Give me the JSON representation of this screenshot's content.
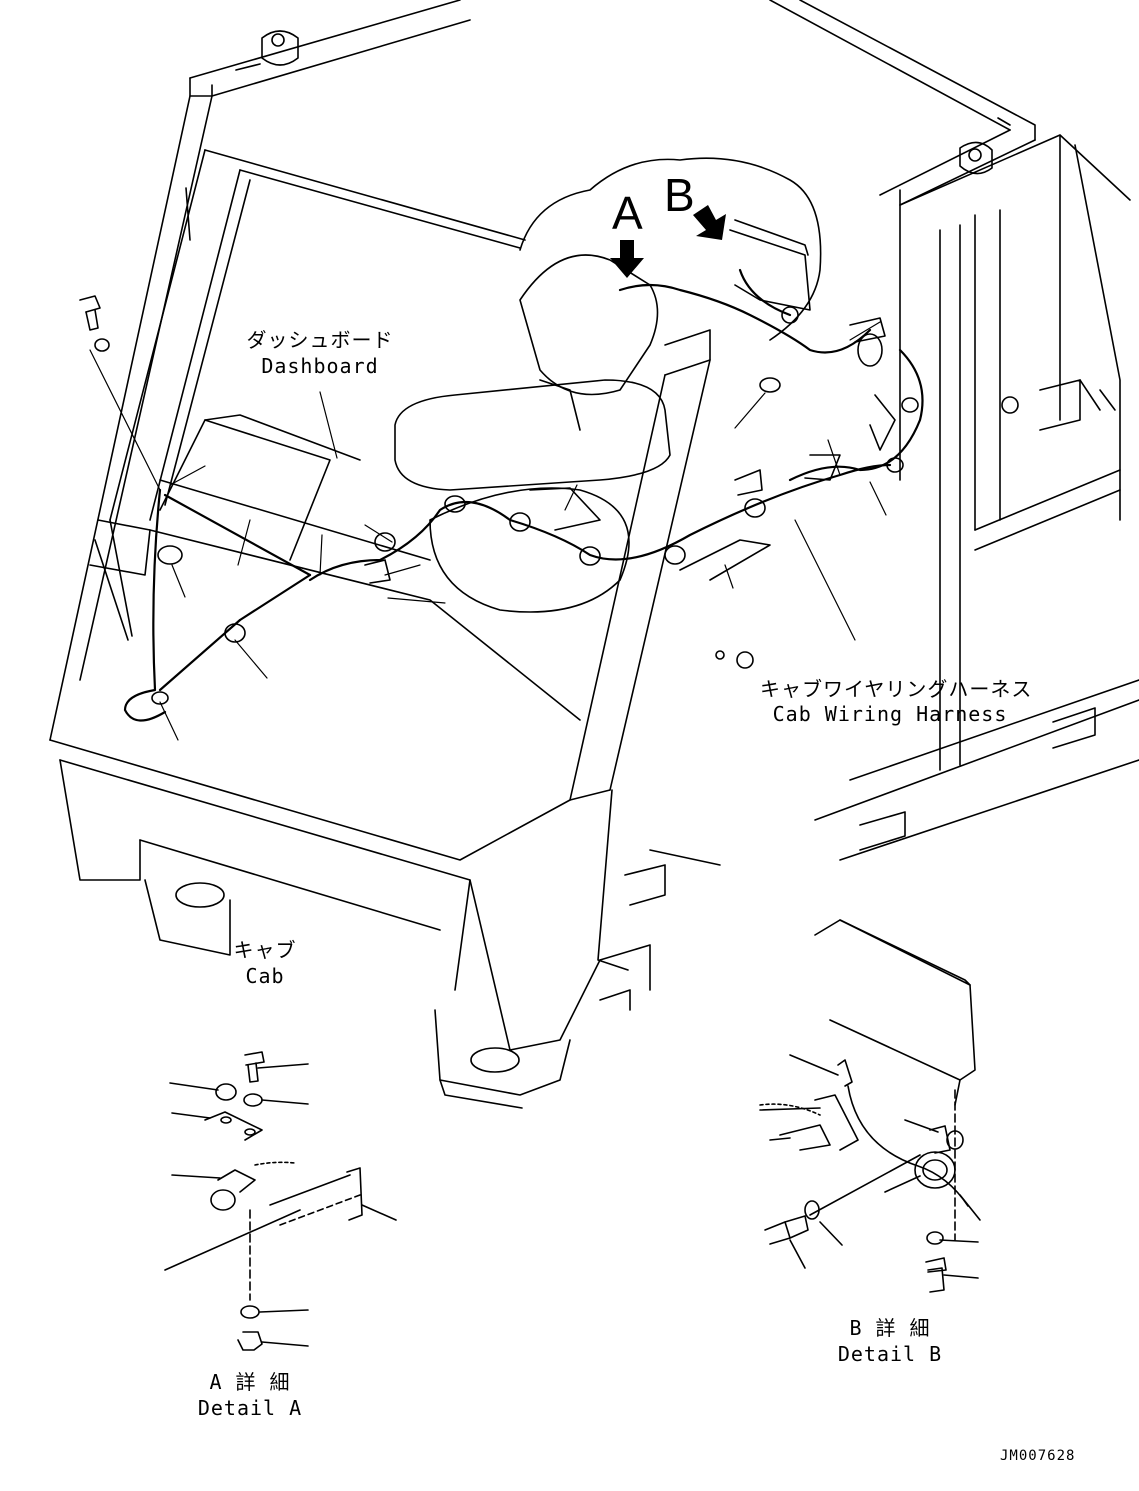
{
  "labels": {
    "dashboard_jp": "ダッシュボード",
    "dashboard_en": "Dashboard",
    "harness_jp": "キャブワイヤリングハーネス",
    "harness_en": "Cab Wiring Harness",
    "cab_jp": "キャブ",
    "cab_en": "Cab",
    "view_a": "A",
    "view_b": "B",
    "detail_a_jp": "A 詳 細",
    "detail_a_en": "Detail A",
    "detail_b_jp": "B 詳 細",
    "detail_b_en": "Detail B"
  },
  "drawing_code": "JM007628"
}
